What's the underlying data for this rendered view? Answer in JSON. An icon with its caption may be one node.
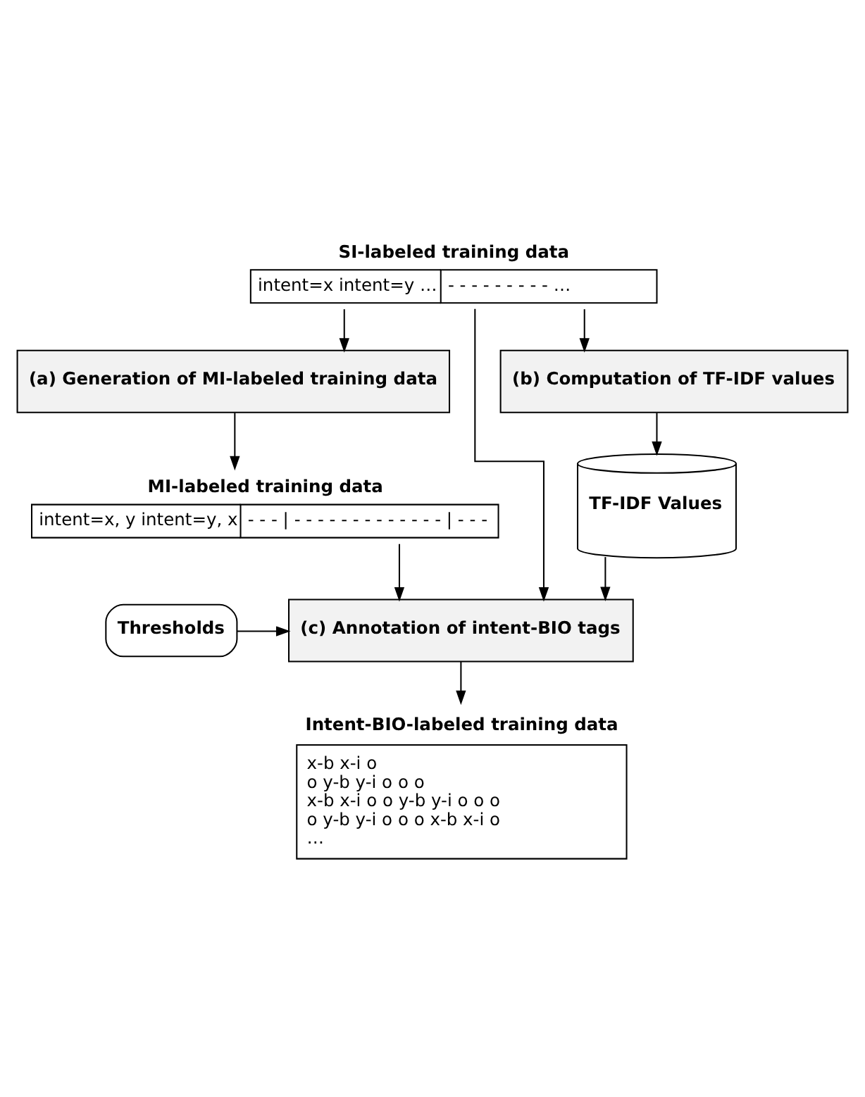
{
  "diagram": {
    "nodes": [
      {
        "text": [
          "SI-labeled training data",
          "intent=x intent=y …",
          "- - - - - - - - - …"
        ]
      },
      {
        "text": [
          "(a) Generation of MI-labeled training data"
        ]
      },
      {
        "text": [
          "(b) Computation of TF-IDF values"
        ]
      },
      {
        "text": [
          "MI-labeled training data",
          "intent=x, y intent=y, x",
          "- - - | - - - - - - - - - - - - - | - - -"
        ]
      },
      {
        "text": [
          "TF-IDF Values"
        ]
      },
      {
        "text": [
          "(c) Annotation of intent-BIO tags"
        ]
      },
      {
        "text": [
          "Thresholds"
        ]
      },
      {
        "text": [
          "Intent-BIO-labeled training data",
          "x-b x-i o",
          "o y-b y-i o o o",
          "x-b x-i o o y-b y-i o o o",
          "o y-b y-i o o o x-b x-i o",
          "…"
        ]
      }
    ],
    "edges": [
      {
        "from": 0,
        "to": 1,
        "arrow": "to"
      },
      {
        "from": 0,
        "to": 2,
        "arrow": "to"
      },
      {
        "from": 0,
        "to": 5,
        "arrow": "to"
      },
      {
        "from": 1,
        "to": 3,
        "arrow": "to"
      },
      {
        "from": 2,
        "to": 4,
        "arrow": "to"
      },
      {
        "from": 3,
        "to": 5,
        "arrow": "to"
      },
      {
        "from": 4,
        "to": 5,
        "arrow": "to"
      },
      {
        "from": 6,
        "to": 5,
        "arrow": "to"
      },
      {
        "from": 5,
        "to": 7,
        "arrow": "to"
      }
    ]
  }
}
